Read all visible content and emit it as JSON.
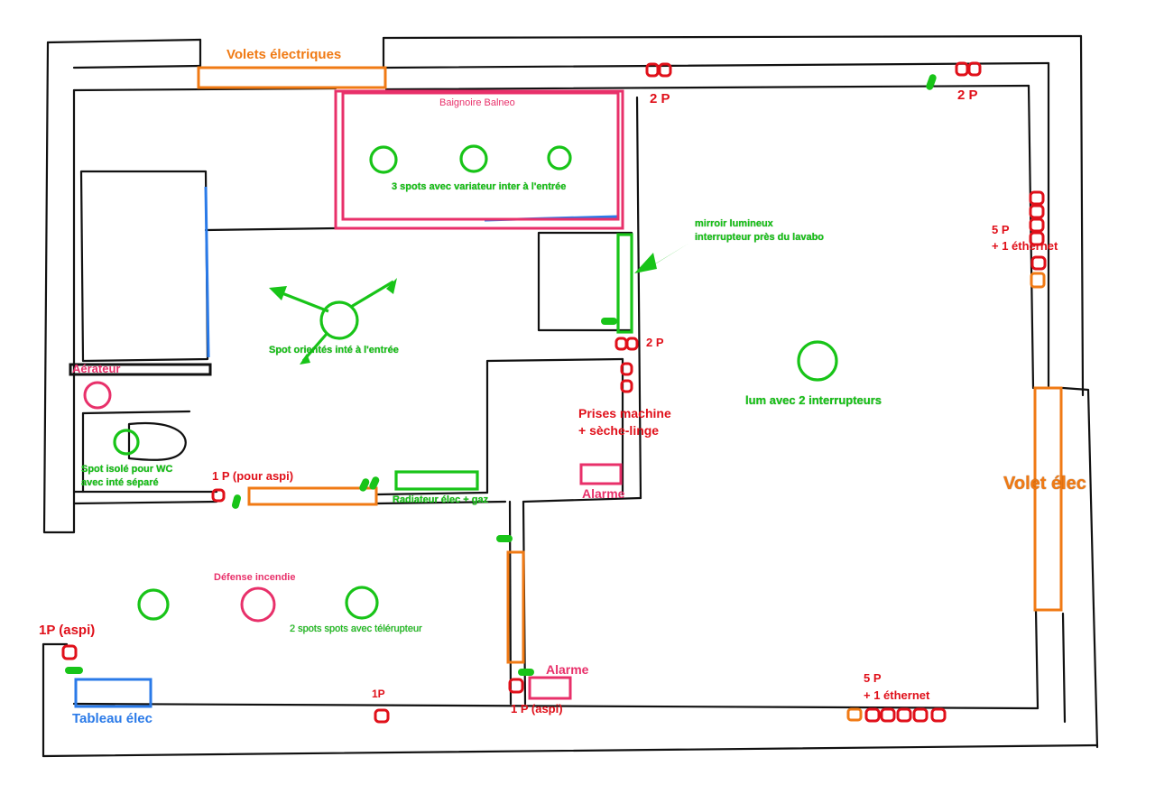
{
  "labels": {
    "volets_electriques": "Volets électriques",
    "baignoire_balneo": "Baignoire Balneo",
    "spots_bath": "3 spots avec variateur inter à l'entrée",
    "two_p_top_left": "2 P",
    "two_p_top_right": "2 P",
    "five_p_right_1": "5 P",
    "five_p_right_2": "+ 1 éthernet",
    "miroir_1": "mirroir lumineux",
    "miroir_2": "interrupteur près du lavabo",
    "two_p_middle": "2 P",
    "spot_orientes": "Spot orientés inté à l'entrée",
    "aerateur": "Aérateur",
    "prises_1": "Prises machine",
    "prises_2": "+ sèche-linge",
    "lum": "lum avec 2 interrupteurs",
    "spot_wc_1": "Spot isolé pour WC",
    "spot_wc_2": "avec inté séparé",
    "un_p_aspi_wc": "1 P (pour aspi)",
    "radiateur": "Radiateur élec + gaz",
    "alarme_1": "Alarme",
    "volet_elec": "Volet élec",
    "defense": "Défense incendie",
    "spots_telerupteur": "2 spots spots avec télérupteur",
    "one_p_aspi_left": "1P (aspi)",
    "alarme_2": "Alarme",
    "five_p_bottom_1": "5 P",
    "five_p_bottom_2": "+ 1 éthernet",
    "one_p_bottom": "1P",
    "one_p_aspi_bottom": "1 P (aspi)",
    "tableau": "Tableau élec"
  },
  "colors": {
    "wall": "#111111",
    "outlet_red": "#e0101a",
    "light_green": "#18c418",
    "shutter_orange": "#f07a14",
    "alarm_pink": "#e8306a",
    "panel_blue": "#2a7ae8"
  }
}
